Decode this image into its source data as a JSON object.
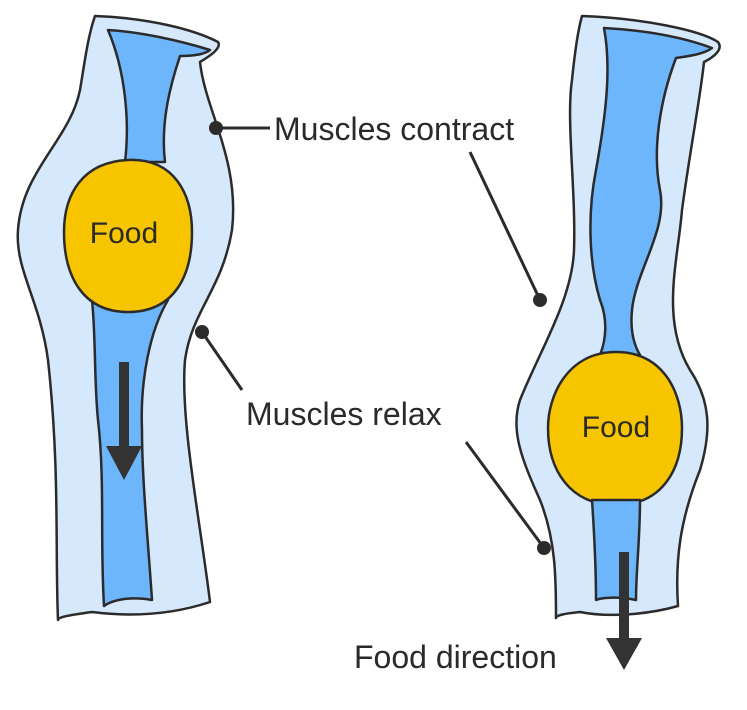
{
  "labels": {
    "muscles_contract": "Muscles contract",
    "muscles_relax": "Muscles relax",
    "food_direction": "Food direction",
    "food_left": "Food",
    "food_right": "Food"
  },
  "colors": {
    "wall": "#d6e8fb",
    "lumen": "#6eb6fb",
    "food": "#f7c400",
    "outline": "#2b2b2b",
    "arrow": "#333333"
  }
}
